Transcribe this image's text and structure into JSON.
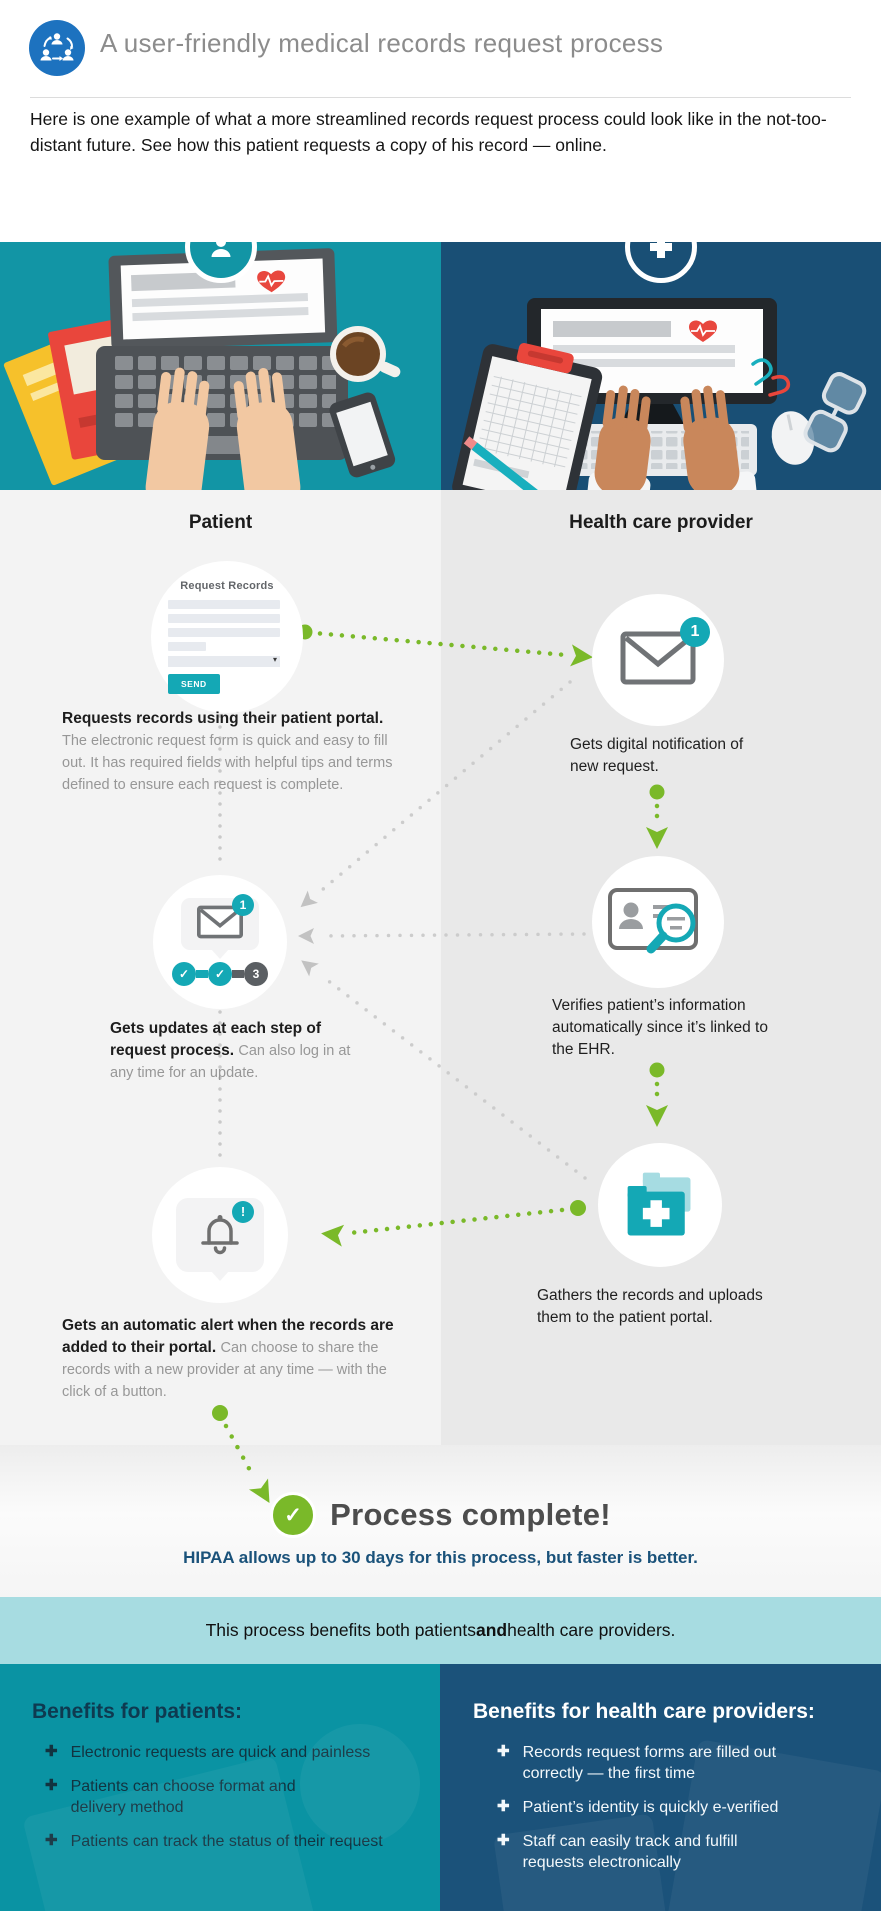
{
  "header": {
    "title": "A user-friendly medical records request process"
  },
  "intro": {
    "text": "Here is one example of what a more streamlined records request process could look like in the not-too-distant future. See how this patient requests a copy of his record — online."
  },
  "scene": {
    "patient_label": "Patient",
    "provider_label": "Health care provider"
  },
  "form": {
    "title": "Request Records",
    "send": "SEND"
  },
  "flow": {
    "patient_step1": {
      "bold": "Requests records using their patient portal.",
      "rest": "The electronic request form is quick and easy to fill out. It has required fields with helpful tips and terms defined to ensure each request is complete."
    },
    "provider_step1": {
      "text": "Gets digital notification of new request.",
      "badge": "1"
    },
    "provider_step2": {
      "text": "Verifies patient’s information automatically since it’s linked to the EHR."
    },
    "patient_step2": {
      "bold": "Gets updates at each step of request process.",
      "rest": "Can also log in at any time for an update.",
      "badge": "1",
      "progress_last": "3"
    },
    "provider_step3": {
      "text": "Gathers the records and uploads them to the patient portal."
    },
    "patient_step3": {
      "bold": "Gets an automatic alert when the records are added to their portal.",
      "rest": "Can choose to share the records with a new provider at any time — with the click of a button."
    }
  },
  "completion": {
    "title": "Process complete!",
    "note": "HIPAA allows up to 30 days for this process, but faster is better."
  },
  "banner": {
    "pre": "This process benefits both patients ",
    "bold": "and",
    "post": " health care providers."
  },
  "benefits": {
    "patients": {
      "heading": "Benefits for patients:",
      "items": [
        "Electronic requests are quick and painless",
        "Patients can choose format and delivery method",
        "Patients can track the status of their request"
      ]
    },
    "providers": {
      "heading": "Benefits for health care providers:",
      "items": [
        "Records request forms are filled out correctly — the first time",
        "Patient’s identity is quickly e-verified",
        "Staff can easily track and fulfill requests electronically"
      ]
    }
  },
  "icons": {
    "check": "✓",
    "alert": "!",
    "caret": "▾",
    "plus_bullet": "✚"
  },
  "colors": {
    "teal": "#1295a5",
    "navy": "#194f75",
    "accent_teal": "#14a8b5",
    "green": "#7ab929",
    "banner_teal": "#a7dce1",
    "hipaa_blue": "#1a527a",
    "header_icon_blue": "#1d72bf"
  }
}
